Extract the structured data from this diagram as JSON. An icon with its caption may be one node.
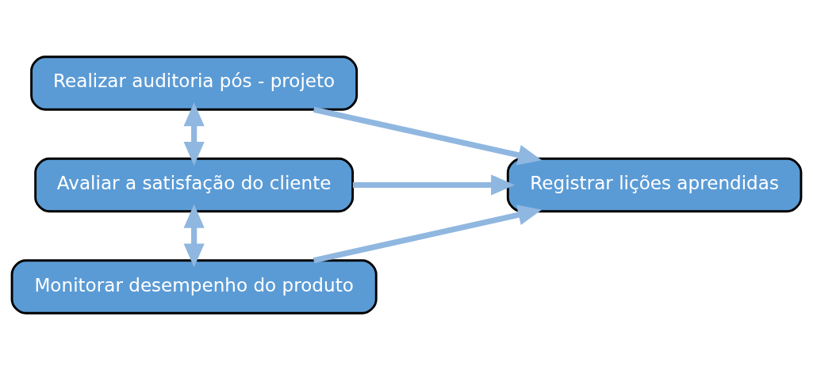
{
  "diagram": {
    "nodes": [
      {
        "text": [
          "Realizar auditoria pós - projeto"
        ]
      },
      {
        "text": [
          "Avaliar a satisfação do cliente"
        ]
      },
      {
        "text": [
          "Monitorar desempenho do produto"
        ]
      },
      {
        "text": [
          "Registrar lições aprendidas"
        ]
      }
    ],
    "edges": [
      {
        "from": 0,
        "to": 1,
        "arrow": "both"
      },
      {
        "from": 1,
        "to": 2,
        "arrow": "both"
      },
      {
        "from": 0,
        "to": 3,
        "arrow": "to"
      },
      {
        "from": 1,
        "to": 3,
        "arrow": "to"
      },
      {
        "from": 2,
        "to": 3,
        "arrow": "to"
      }
    ]
  }
}
